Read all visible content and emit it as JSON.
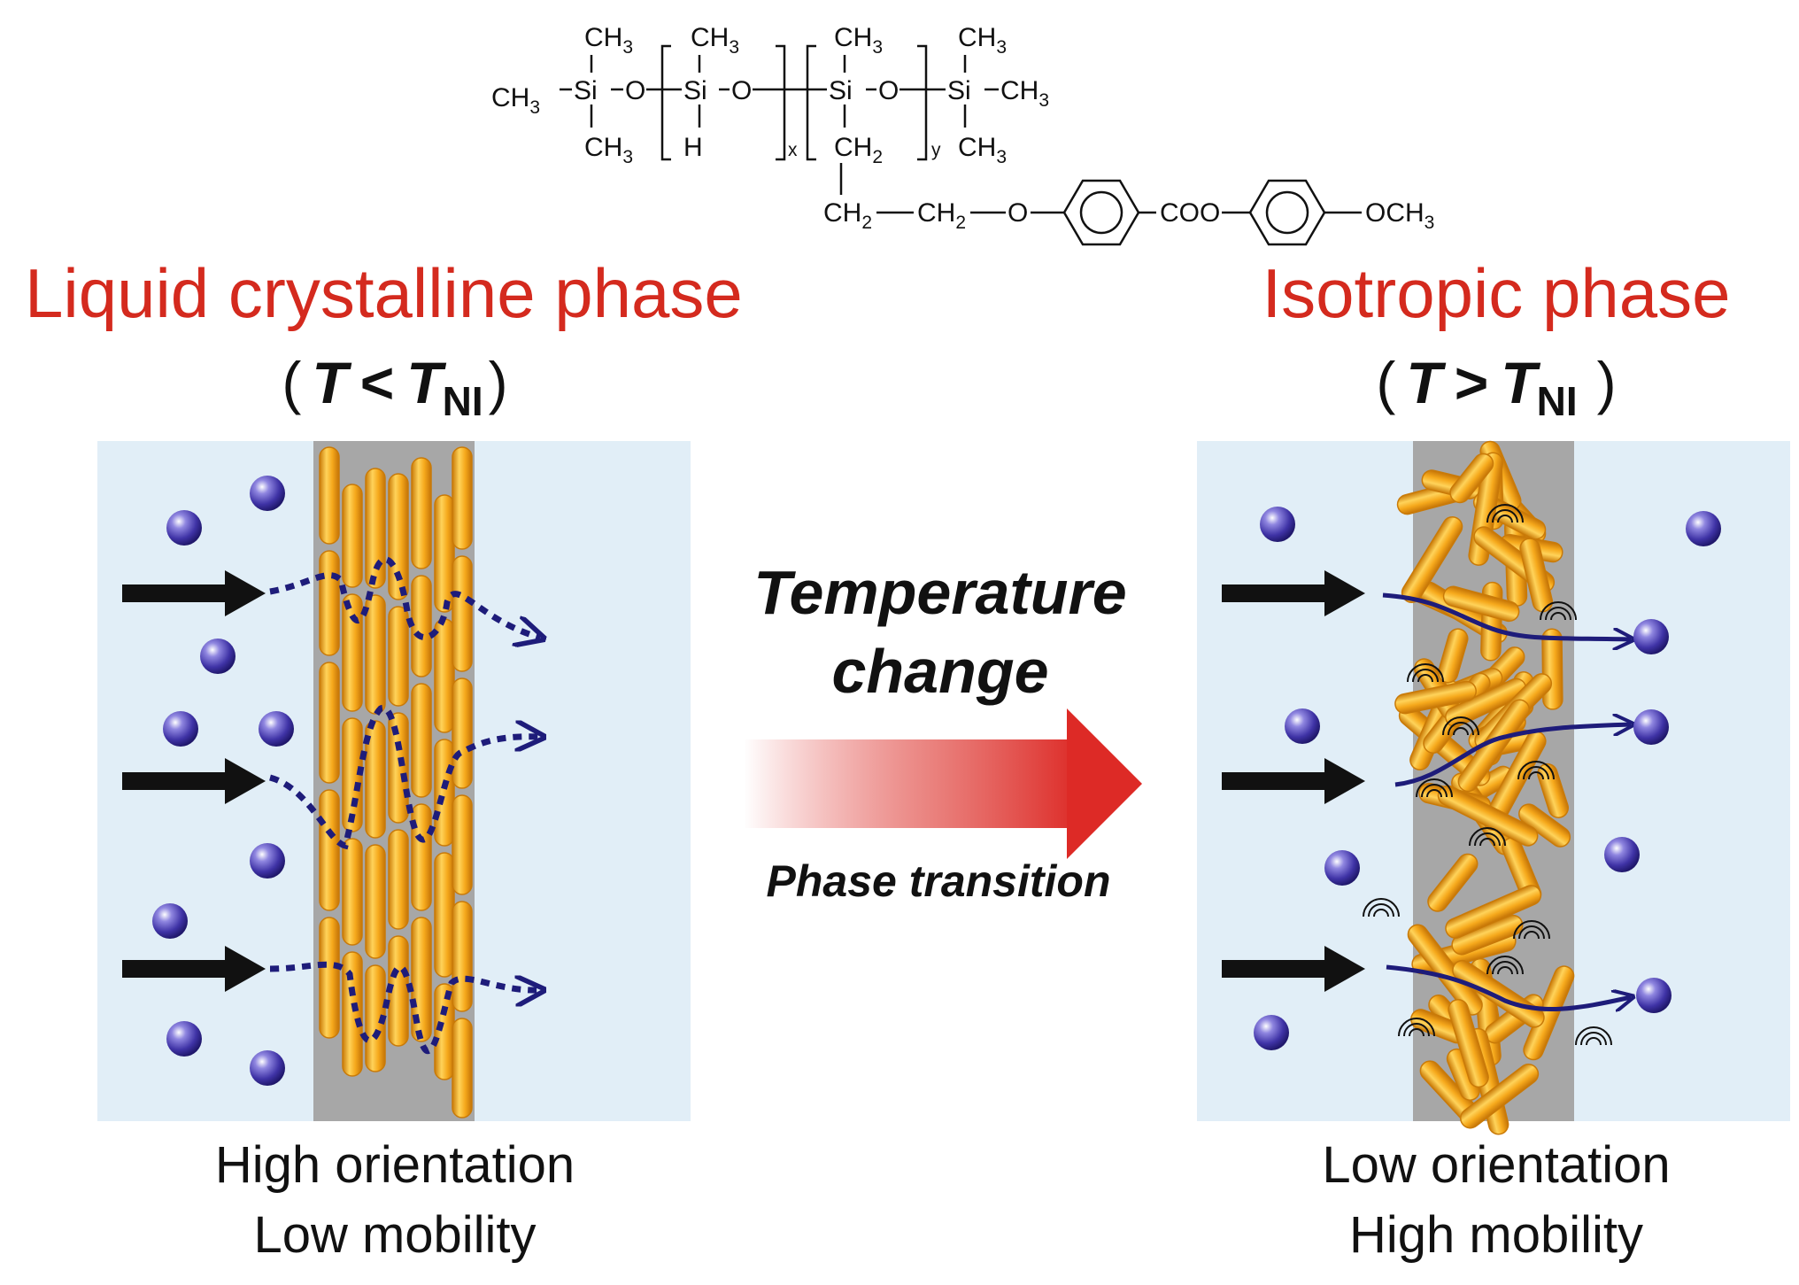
{
  "structure": {
    "ch3": "CH",
    "three": "3",
    "ch2": "CH",
    "two": "2",
    "si": "Si",
    "o": "O",
    "h": "H",
    "x": "x",
    "y": "y",
    "coo": "COO",
    "och3": "OCH"
  },
  "left_panel": {
    "title": "Liquid crystalline phase",
    "condition_T": "T",
    "condition_op": "<",
    "condition_sub": "NI",
    "paren_open": "(",
    "paren_close": ")",
    "caption_line1": "High orientation",
    "caption_line2": "Low mobility"
  },
  "right_panel": {
    "title": "Isotropic phase",
    "condition_T": "T",
    "condition_op": ">",
    "condition_sub": "NI",
    "paren_open": "(",
    "paren_close": ")",
    "caption_line1": "Low orientation",
    "caption_line2": "High mobility"
  },
  "transition": {
    "line1": "Temperature",
    "line2": "change",
    "subtitle": "Phase transition"
  },
  "colors": {
    "title_red": "#d42a1e",
    "panel_bg": "#e1eef7",
    "membrane": "#a7a7a7",
    "rod": "#f6a91c",
    "rod_edge": "#c97a08",
    "sphere": "#3f33a6",
    "flow_path": "#1e1c7a",
    "arrow_black": "#111111",
    "arrow_red": "#dd2a26"
  },
  "icons": {
    "flow_arrow": "right-arrow-icon",
    "molecule": "sphere-icon",
    "mesogen": "rod-icon"
  }
}
